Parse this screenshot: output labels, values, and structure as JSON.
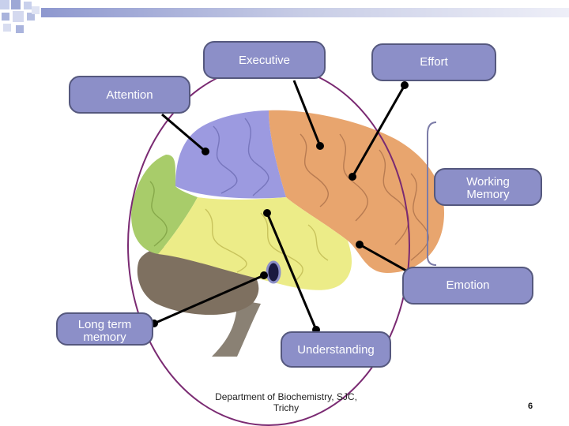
{
  "labels": {
    "executive": "Executive",
    "effort": "Effort",
    "attention": "Attention",
    "working_memory": "Working Memory",
    "emotion": "Emotion",
    "long_term_memory": "Long term memory",
    "understanding": "Understanding"
  },
  "footer": {
    "line1": "Department of Biochemistry, SJC,",
    "line2": "Trichy"
  },
  "page_number": "6",
  "colors": {
    "label_fill": "#8c8fc8",
    "label_border": "#55587e",
    "outline": "#7a2a72",
    "connector": "#000000",
    "frontal_lobe": "#e8a56e",
    "parietal_lobe": "#9c9ae0",
    "occipital_lobe": "#a8cc6a",
    "temporal_lobe": "#ecec88",
    "cerebellum": "#7e7060"
  }
}
